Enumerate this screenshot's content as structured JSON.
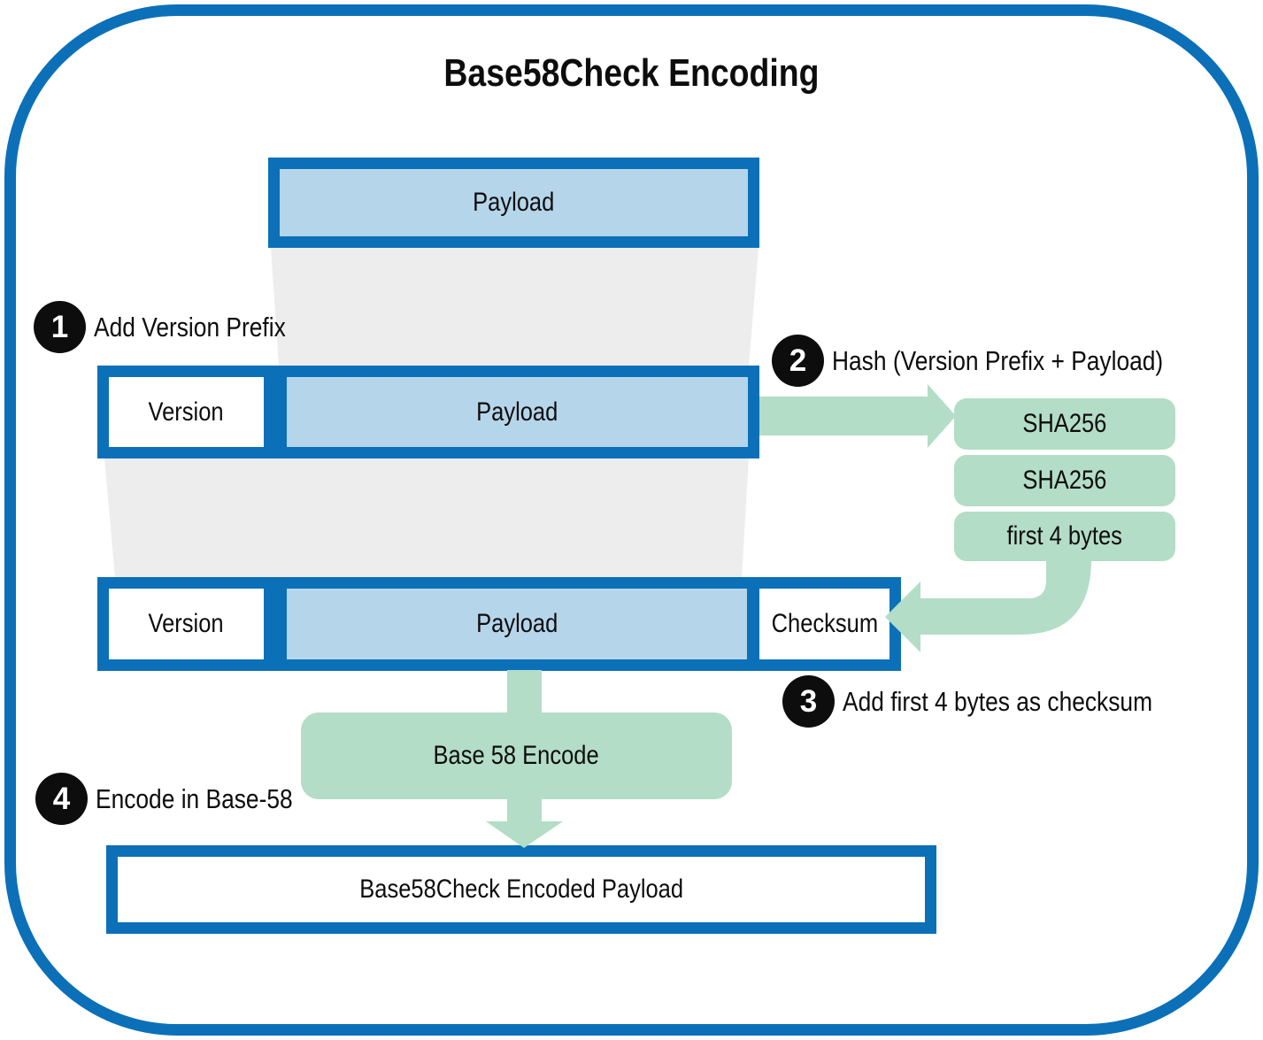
{
  "title": "Base58Check Encoding",
  "colors": {
    "frame_blue": "#0b70b8",
    "payload_blue": "#b5d5ea",
    "process_green": "#b3ddc6",
    "funnel_gray": "#ededee",
    "step_black": "#0d0d0d"
  },
  "boxes": {
    "payload_top": "Payload",
    "row2_version": "Version",
    "row2_payload": "Payload",
    "sha_steps": [
      "SHA256",
      "SHA256",
      "first 4 bytes"
    ],
    "row3_version": "Version",
    "row3_payload": "Payload",
    "row3_checksum": "Checksum",
    "base58_encode": "Base 58 Encode",
    "output": "Base58Check Encoded Payload"
  },
  "steps": [
    {
      "number": "1",
      "label": "Add Version Prefix"
    },
    {
      "number": "2",
      "label": "Hash (Version Prefix + Payload)"
    },
    {
      "number": "3",
      "label": "Add first 4 bytes as checksum"
    },
    {
      "number": "4",
      "label": "Encode in Base-58"
    }
  ]
}
